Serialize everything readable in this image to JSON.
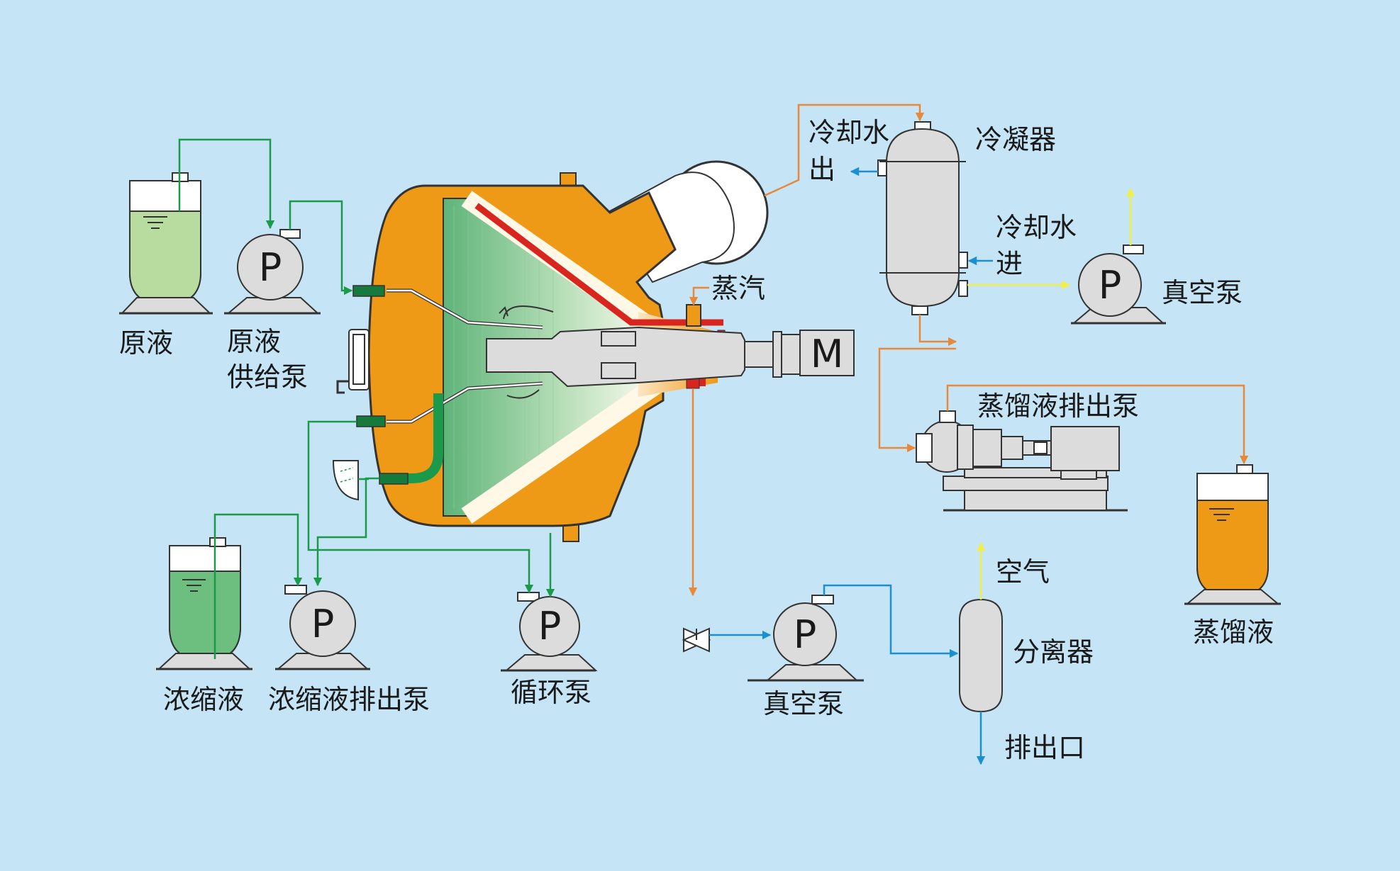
{
  "labels": {
    "feed_tank": "原液",
    "feed_pump_line1": "原液",
    "feed_pump_line2": "供给泵",
    "concentrate_tank": "浓缩液",
    "concentrate_pump": "浓缩液排出泵",
    "circulation_pump": "循环泵",
    "steam": "蒸汽",
    "cooling_water_out_line1": "冷却水",
    "cooling_water_out_line2": "出",
    "condenser": "冷凝器",
    "cooling_water_in_line1": "冷却水",
    "cooling_water_in_line2": "进",
    "vacuum_pump_top": "真空泵",
    "distillate_pump": "蒸馏液排出泵",
    "distillate_tank": "蒸馏液",
    "air": "空气",
    "separator": "分离器",
    "vacuum_pump_bottom": "真空泵",
    "drain": "排出口"
  },
  "symbols": {
    "pump": "P",
    "motor": "M"
  },
  "colors": {
    "background": "#c5e4f6",
    "vessel_shell": "#ee9a17",
    "feed_liquid": "#b8dca0",
    "concentrate_liquid": "#6cbf7e",
    "distillate_liquid": "#ee9a17",
    "green_line": "#1a9a4a",
    "orange_line": "#e8883a",
    "blue_line": "#1b8fd0",
    "yellow_line": "#f2ee48",
    "steam_red": "#d8261f",
    "equipment_gray": "#dcdcdc"
  }
}
